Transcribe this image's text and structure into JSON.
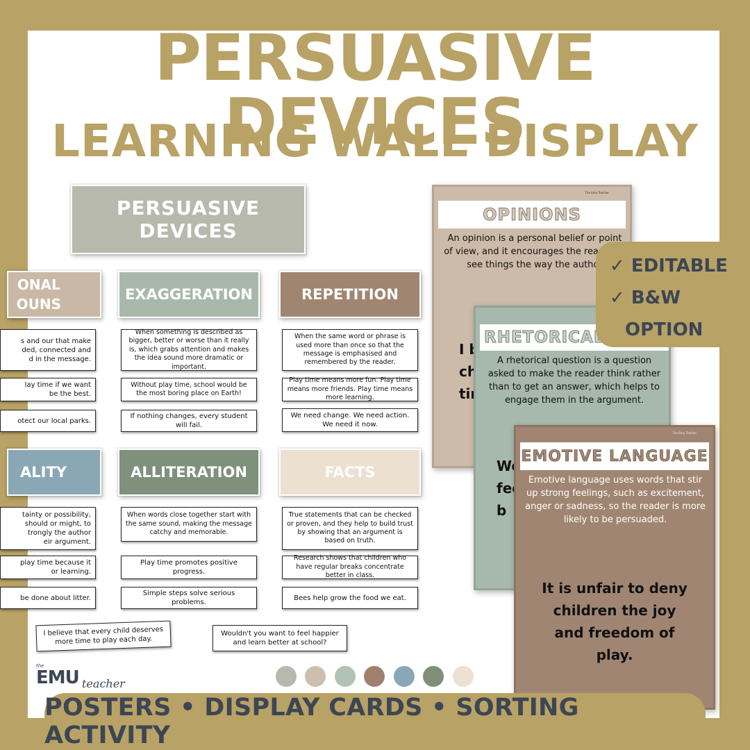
{
  "title": {
    "line1": "PERSUASIVE DEVICES",
    "line2": "LEARNING WALL DISPLAY"
  },
  "wall": {
    "header_card": "PERSUASIVE DEVICES",
    "cards": [
      {
        "label": "ONAL\nOUNS",
        "color": "#c9b8a6"
      },
      {
        "label": "EXAGGERATION",
        "color": "#a8b9ac"
      },
      {
        "label": "REPETITION",
        "color": "#a08570"
      },
      {
        "label": "ALITY",
        "color": "#8aa7b5"
      },
      {
        "label": "ALLITERATION",
        "color": "#7f907b"
      },
      {
        "label": "FACTS",
        "color": "#ece0d0"
      }
    ],
    "strips": {
      "col1": [
        "s and our that make\nded, connected and\nd in the message.",
        "lay time if we want\nbe the best.",
        "otect our local parks.",
        "tainty or possibility,\nshould or might, to\ntrongly the author\neir argument.",
        "play time because it\nor learning.",
        "be done about litter."
      ],
      "col2": [
        "When something is described as bigger, better or worse than it really is, which grabs attention and makes the idea sound more dramatic or important.",
        "Without play time, school would be the most boring place on Earth!",
        "If nothing changes, every student will fail.",
        "When words close together start with the same sound, making the message catchy and memorable.",
        "Play time promotes positive progress.",
        "Simple steps solve serious problems."
      ],
      "col3": [
        "When the same word or phrase is used more than once so that the message is emphasised and remembered by the reader.",
        "Play time means more fun. Play time means more friends. Play time means more learning.",
        "We need change. We need action. We need it now.",
        "True statements that can be checked or proven, and they help to build trust by showing that an argument is based on truth.",
        "Research shows that children who have regular breaks concentrate better in class.",
        "Bees help grow the food we eat."
      ],
      "loose": [
        "I believe that every child deserves more time to play each day.",
        "Wouldn't you want to feel happier and learn better at school?"
      ]
    },
    "swatches": [
      "#b8b8ae",
      "#cdbfb0",
      "#b2c2b5",
      "#a0806c",
      "#8aa7b8",
      "#7f8f79",
      "#ece1d3"
    ],
    "logo": {
      "the": "the",
      "emu": "EMU",
      "teacher": "teacher"
    }
  },
  "posters": {
    "opinions": {
      "tag": "The Emu Teacher",
      "title": "OPINIONS",
      "definition": "An opinion is a personal belief or point of view, and it encourages the reader to see things the way the author",
      "example": "I b\nch\ntim",
      "color": "#cdbba9"
    },
    "rhetorical": {
      "title": "RHETORICAL QU",
      "definition": "A rhetorical question is a question asked to make the reader think rather than to get an answer, which helps to engage them in the argument.",
      "example": "Wo\nfee\nb",
      "color": "#a7b8ac"
    },
    "emotive": {
      "tag": "The Emu Teacher",
      "title": "EMOTIVE LANGUAGE",
      "definition": "Emotive language uses words that stir up strong feelings, such as excitement, anger or sadness, so the reader is more likely to be persuaded.",
      "example": "It is unfair to deny children the joy and freedom of play.",
      "color": "#a08672"
    }
  },
  "badge": {
    "items": [
      "✓ EDITABLE",
      "✓ B&W",
      "OPTION"
    ]
  },
  "footer": {
    "text": "POSTERS • DISPLAY CARDS • SORTING ACTIVITY"
  },
  "colors": {
    "frame": "#b8a265",
    "slate": "#3c4654"
  }
}
